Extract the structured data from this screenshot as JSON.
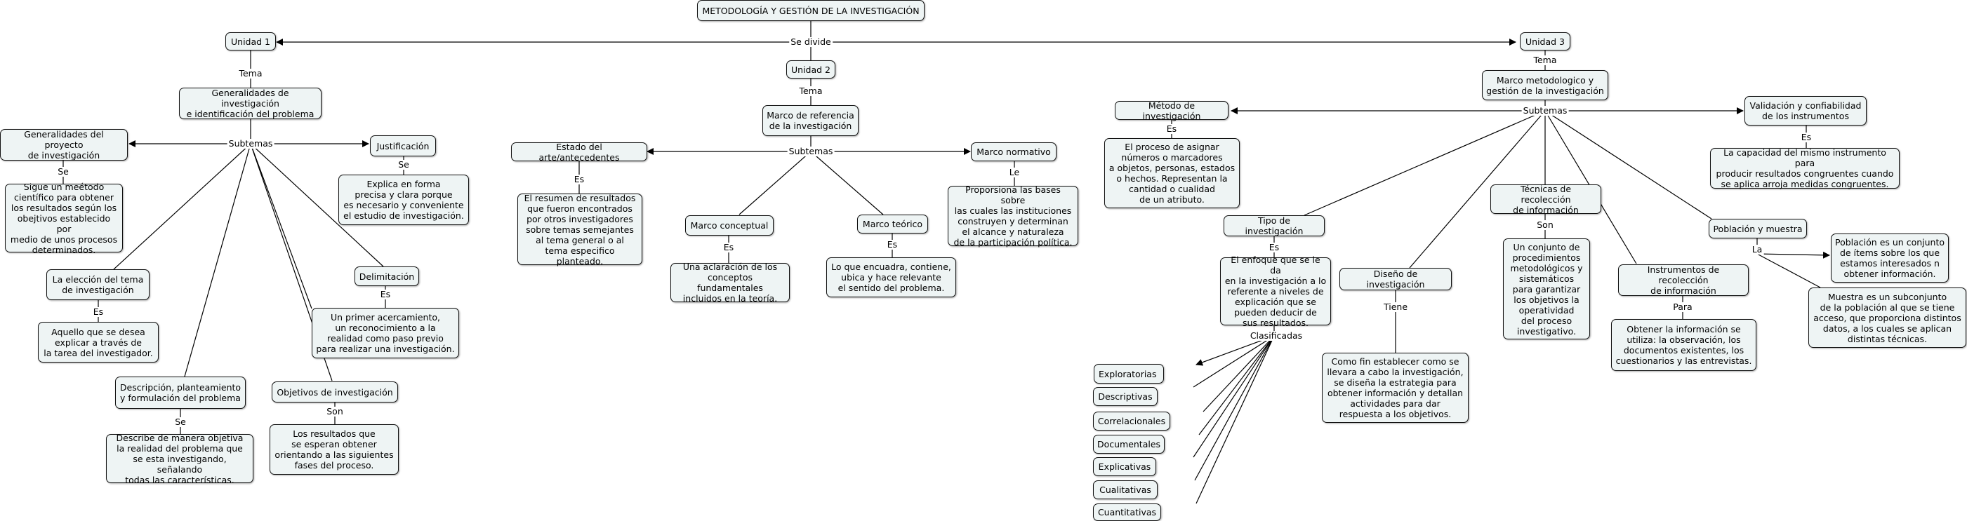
{
  "root": "METODOLOGÍA Y GESTIÓN DE LA INVESTIGACIÓN",
  "root_link": "Se divide",
  "unidad1": {
    "title": "Unidad 1",
    "tema_link": "Tema",
    "tema": "Generalidades de investigación\ne identificación del problema",
    "subtemas_link": "Subtemas",
    "proyecto": "Generalidades del proyecto\nde investigación",
    "proyecto_link": "Se",
    "proyecto_desc": "Sigue un meétodo\ncientífico para obtener\nlos resultados según los\nobejtivos establecido por\nmedio de unos procesos\ndeterminados.",
    "justificacion": "Justificación",
    "justificacion_link": "Se",
    "justificacion_desc": "Explica en forma\nprecisa y clara porque\nes necesario y conveniente\nel estudio de investigación.",
    "eleccion": "La elección del tema\nde investigación",
    "eleccion_link": "Es",
    "eleccion_desc": "Aquello que se desea\nexplicar a través de\nla tarea del investigador.",
    "delimitacion": "Delimitación",
    "delimitacion_link": "Es",
    "delimitacion_desc": "Un primer acercamiento,\nun reconocimiento a la\nrealidad como paso previo\npara realizar una investigación.",
    "descripcion": "Descripción, planteamiento\ny formulación del problema",
    "descripcion_link": "Se",
    "descripcion_desc": "Describe de manera objetiva\nla realidad del problema que\nse esta investigando, señalando\ntodas las características.",
    "objetivos": "Objetivos de investigación",
    "objetivos_link": "Son",
    "objetivos_desc": "Los resultados que\nse esperan obtener\norientando a las siguientes\nfases del proceso."
  },
  "unidad2": {
    "title": "Unidad 2",
    "tema_link": "Tema",
    "tema": "Marco de referencia\nde la investigación",
    "subtemas_link": "Subtemas",
    "estado": "Estado del arte/antecedentes",
    "estado_link": "Es",
    "estado_desc": "El resumen de resultados\nque fueron encontrados\npor otros investigadores\nsobre temas semejantes\nal tema general o al\ntema especifico planteado.",
    "normativo": "Marco normativo",
    "normativo_link": "Le",
    "normativo_desc": "Proporsiona las bases sobre\nlas cuales las instituciones\nconstruyen y determinan\nel alcance y naturaleza\nde la participación política.",
    "conceptual": "Marco conceptual",
    "conceptual_link": "Es",
    "conceptual_desc": "Una aclaración de los\nconceptos fundamentales\nincluidos en la teoría.",
    "teorico": "Marco teórico",
    "teorico_link": "Es",
    "teorico_desc": "Lo que encuadra, contiene,\nubica y hace relevante\nel sentido del problema."
  },
  "unidad3": {
    "title": "Unidad 3",
    "tema_link": "Tema",
    "tema": "Marco metodologico y\ngestión de la investigación",
    "subtemas_link": "Subtemas",
    "metodo": "Método de investigación",
    "metodo_link": "Es",
    "metodo_desc": "El proceso de asignar\nnúmeros o marcadores\na objetos, personas, estados\no hechos. Representan la\ncantidad o cualidad\nde un atributo.",
    "validacion": "Validación y confiabilidad\nde los instrumentos",
    "validacion_link": "Es",
    "validacion_desc": "La capacidad del mismo instrumento para\nproducir resultados congruentes cuando\nse aplica arroja medidas congruentes.",
    "tipo": "Tipo de investigación",
    "tipo_link": "Es",
    "tipo_desc": "El enfoque que se le da\nen la investigación a lo\nreferente a niveles de\nexplicación que se\npueden deducir de\nsus resultados.",
    "clasificadas_link": "Clasificadas",
    "tipos": [
      "Exploratorias",
      "Descriptivas",
      "Correlacionales",
      "Documentales",
      "Explicativas",
      "Cualitativas",
      "Cuantitativas"
    ],
    "diseno": "Diseño de investigación",
    "diseno_link": "Tiene",
    "diseno_desc": "Como fin establecer como se\nllevara a cabo la investigación,\nse diseña la estrategia para\nobtener información y detallan\nactividades para dar\nrespuesta a los objetivos.",
    "tecnicas": "Técnicas de recolección\nde información",
    "tecnicas_link": "Son",
    "tecnicas_desc": "Un conjunto de\nprocedimientos\nmetodológicos y\nsistemáticos\npara garantizar\nlos objetivos la\noperatividad\ndel proceso\ninvestigativo.",
    "instrumentos": "Instrumentos de recolección\nde información",
    "instrumentos_link": "Para",
    "instrumentos_desc": "Obtener la información se\nutiliza: la observación, los\ndocumentos existentes, los\ncuestionarios y las entrevistas.",
    "poblacion": "Población y muestra",
    "poblacion_link": "La",
    "poblacion_desc": "Población es un conjunto\nde ítems sobre los que\nestamos interesados n\nobtener información.",
    "muestra_desc": "Muestra es un subconjunto\nde la población al que se tiene\nacceso, que proporciona distintos\ndatos, a los cuales se aplican\ndistintas técnicas."
  }
}
